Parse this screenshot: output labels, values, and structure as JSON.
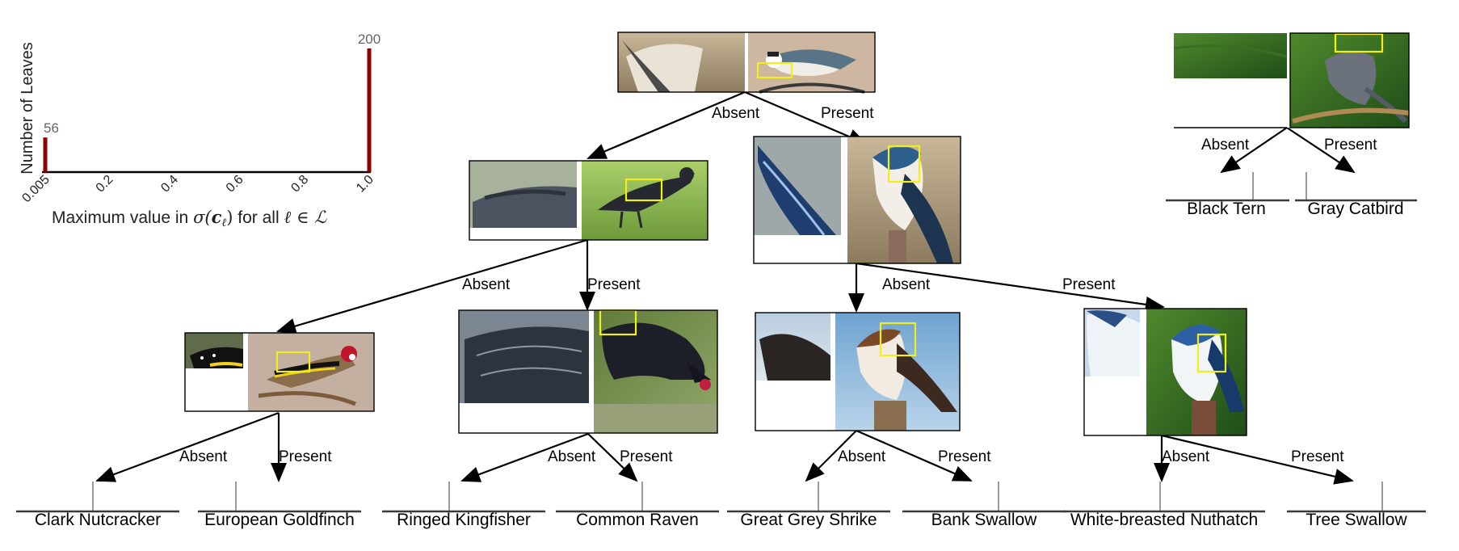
{
  "histogram": {
    "chart_data": {
      "type": "bar",
      "categories": [
        "0.005",
        "1.0"
      ],
      "values": [
        56,
        200
      ],
      "value_labels": [
        "56",
        "200"
      ],
      "ylabel": "Number of Leaves",
      "xlabel_prefix": "Maximum value in ",
      "xlabel_math_sigma": "σ(",
      "xlabel_math_c": "c",
      "xlabel_math_sub": "ℓ",
      "xlabel_math_close": ")",
      "xlabel_mid": " for all ",
      "xlabel_math_forall": "ℓ ∈ ℒ",
      "x_ticks": [
        "0.005",
        "0.2",
        "0.4",
        "0.6",
        "0.8",
        "1.0"
      ],
      "x_tick_values": [
        0.005,
        0.2,
        0.4,
        0.6,
        0.8,
        1.0
      ],
      "xlim": [
        0.005,
        1.0
      ],
      "ylim": [
        0,
        200
      ],
      "grid": false,
      "bar_color": "#8b0000"
    }
  },
  "edge_labels": {
    "absent": "Absent",
    "present": "Present"
  },
  "leaves": [
    {
      "label": "Clark Nutcracker"
    },
    {
      "label": "European Goldfinch"
    },
    {
      "label": "Ringed Kingfisher"
    },
    {
      "label": "Common Raven"
    },
    {
      "label": "Great Grey Shrike"
    },
    {
      "label": "Bank Swallow"
    },
    {
      "label": "White-breasted Nuthatch"
    },
    {
      "label": "Tree Swallow"
    }
  ],
  "legend_example": {
    "leaves": [
      {
        "label": "Black Tern"
      },
      {
        "label": "Gray Catbird"
      }
    ]
  },
  "colors": {
    "highlight_box": "#f2ee1c",
    "bar": "#8b0000"
  }
}
